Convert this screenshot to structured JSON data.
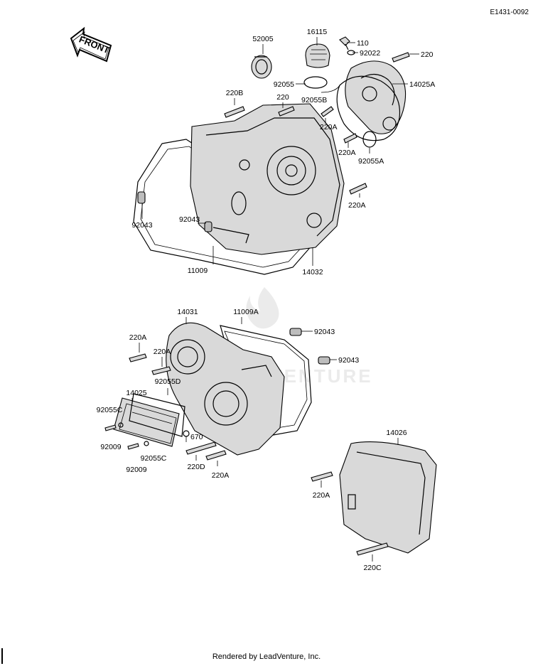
{
  "diagram_code": "E1431-0092",
  "front_label": "FRONT",
  "watermark_text": "VENTURE",
  "footer": "Rendered by LeadVenture, Inc.",
  "labels": {
    "p52005": "52005",
    "p16115": "16115",
    "p110": "110",
    "p92022": "92022",
    "p220_top": "220",
    "p220B": "220B",
    "p220_mid": "220",
    "p92055": "92055",
    "p92055B": "92055B",
    "p14025A": "14025A",
    "p220A_1": "220A",
    "p220A_2": "220A",
    "p92055A": "92055A",
    "p220A_3": "220A",
    "p92043_1": "92043",
    "p92043_2": "92043",
    "p11009": "11009",
    "p14032": "14032",
    "p14031": "14031",
    "p11009A": "11009A",
    "p220A_4": "220A",
    "p220A_5": "220A",
    "p92043_3": "92043",
    "p92043_4": "92043",
    "p92055D": "92055D",
    "p14025": "14025",
    "p92055C_1": "92055C",
    "p92009_1": "92009",
    "p92055C_2": "92055C",
    "p92009_2": "92009",
    "p670": "670",
    "p220D": "220D",
    "p220A_6": "220A",
    "p14026": "14026",
    "p220A_7": "220A",
    "p220C": "220C"
  },
  "colors": {
    "line": "#000000",
    "part_fill": "#d9d9d9",
    "watermark": "#ebebeb"
  }
}
